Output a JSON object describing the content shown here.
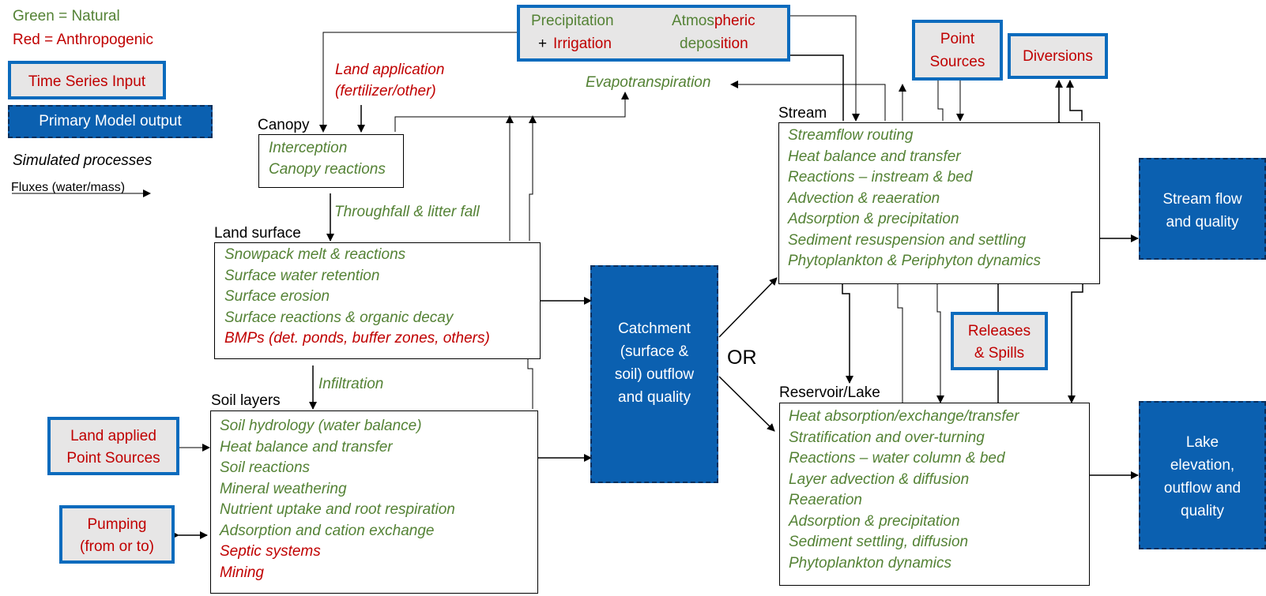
{
  "legend": {
    "natural": "Green = Natural",
    "anthropogenic": "Red = Anthropogenic",
    "time_series_input": "Time Series Input",
    "primary_model_output": "Primary Model output",
    "simulated_processes": "Simulated processes",
    "fluxes": "Fluxes (water/mass)"
  },
  "inputs": {
    "precipitation": "Precipitation",
    "plus": "+",
    "irrigation": "Irrigation",
    "atmos_1": "Atmos",
    "atmos_2": "pheric",
    "depos_1": "depos",
    "depos_2": "ition",
    "point_sources_1": "Point",
    "point_sources_2": "Sources",
    "diversions": "Diversions",
    "releases_1": "Releases",
    "releases_2": "& Spills",
    "land_applied_1": "Land applied",
    "land_applied_2": "Point Sources",
    "pumping_1": "Pumping",
    "pumping_2": "(from or to)"
  },
  "labels": {
    "land_application_1": "Land application",
    "land_application_2": "(fertilizer/other)",
    "evapotranspiration": "Evapotranspiration",
    "throughfall": "Throughfall & litter fall",
    "infiltration": "Infiltration",
    "or": "OR"
  },
  "canopy": {
    "title": "Canopy",
    "items": [
      "Interception",
      "Canopy reactions"
    ]
  },
  "land_surface": {
    "title": "Land surface",
    "items": [
      "Snowpack melt & reactions",
      "Surface water retention",
      "Surface erosion",
      "Surface reactions & organic decay"
    ],
    "anthropogenic": [
      "BMPs (det. ponds, buffer zones, others)"
    ]
  },
  "soil_layers": {
    "title": "Soil layers",
    "items": [
      "Soil hydrology (water balance)",
      "Heat balance and transfer",
      "Soil reactions",
      "Mineral weathering",
      "Nutrient uptake and root respiration",
      "Adsorption and cation exchange"
    ],
    "anthropogenic": [
      "Septic systems",
      "Mining"
    ]
  },
  "stream": {
    "title": "Stream",
    "items": [
      "Streamflow routing",
      "Heat balance and transfer",
      "Reactions – instream & bed",
      "Advection & reaeration",
      "Adsorption & precipitation",
      "Sediment resuspension and settling",
      "Phytoplankton & Periphyton dynamics"
    ]
  },
  "reservoir": {
    "title": "Reservoir/Lake",
    "items": [
      "Heat absorption/exchange/transfer",
      "Stratification and over-turning",
      "Reactions – water column & bed",
      "Layer advection & diffusion",
      "Reaeration",
      "Adsorption & precipitation",
      "Sediment settling, diffusion",
      "Phytoplankton dynamics"
    ]
  },
  "outputs": {
    "catchment": [
      "Catchment",
      "(surface &",
      "soil) outflow",
      "and quality"
    ],
    "stream_flow": [
      "Stream flow",
      "and quality"
    ],
    "lake": [
      "Lake",
      "elevation,",
      "outflow and",
      "quality"
    ]
  },
  "colors": {
    "natural": "#548235",
    "anthropogenic": "#c00000",
    "input_border": "#0b6bbd",
    "input_fill": "#e7e6e6",
    "output_fill": "#0b60b0"
  }
}
